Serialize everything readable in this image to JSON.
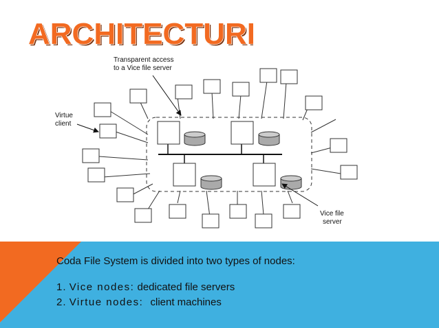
{
  "slide": {
    "title": "ARCHITECTURE"
  },
  "diagram": {
    "annotations": {
      "transparent_access_line1": "Transparent access",
      "transparent_access_line2": "to a Vice file server",
      "virtue_client_line1": "Virtue",
      "virtue_client_line2": "client",
      "vice_server_line1": "Vice file",
      "vice_server_line2": "server"
    }
  },
  "content": {
    "intro": "Coda File System is divided into two types of nodes:",
    "items": [
      {
        "number": "1.",
        "term": "Vice nodes:",
        "description": "dedicated file servers"
      },
      {
        "number": "2.",
        "term": "Virtue nodes:",
        "description": "client machines"
      }
    ]
  },
  "colors": {
    "title_fill": "#f26a21",
    "band_blue": "#3fb0e0",
    "band_orange": "#f26a21"
  }
}
